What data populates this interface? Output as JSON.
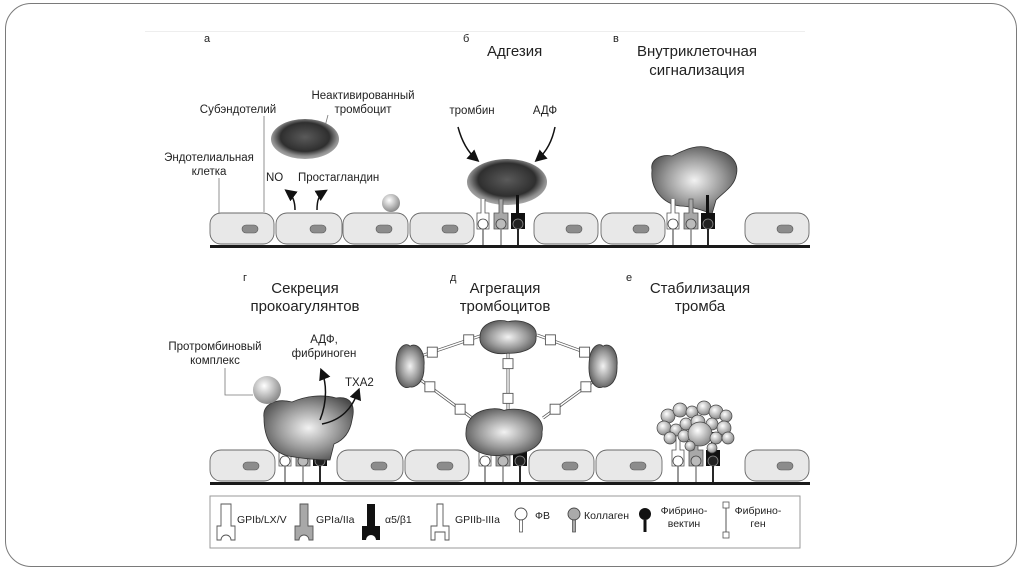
{
  "panels": [
    {
      "letter": "а",
      "title_lines": [],
      "labels": {
        "subendothelium": "Субэндотелий",
        "platelet_l1": "Неактивированный",
        "platelet_l2": "тромбоцит",
        "endo_l1": "Эндотелиальная",
        "endo_l2": "клетка",
        "no": "NO",
        "prostaglandin": "Простагландин"
      }
    },
    {
      "letter": "б",
      "title_lines": [
        "Адгезия"
      ],
      "labels": {
        "thrombin": "тромбин",
        "adp": "АДФ"
      }
    },
    {
      "letter": "в",
      "title_lines": [
        "Внутриклеточная",
        "сигнализация"
      ],
      "labels": {}
    },
    {
      "letter": "г",
      "title_lines": [
        "Секреция",
        "прокоагулянтов"
      ],
      "labels": {
        "prothrombin_l1": "Протромбиновый",
        "prothrombin_l2": "комплекс",
        "adp_l1": "АДФ,",
        "adp_l2": "фибриноген",
        "txa2": "TXA2"
      }
    },
    {
      "letter": "д",
      "title_lines": [
        "Агрегация",
        "тромбоцитов"
      ],
      "labels": {}
    },
    {
      "letter": "е",
      "title_lines": [
        "Стабилизация",
        "тромба"
      ],
      "labels": {}
    }
  ],
  "legend": [
    {
      "icon": "gpib-receptor-icon",
      "label": "GPIb/LX/V"
    },
    {
      "icon": "gpia-receptor-icon",
      "label": "GPIa/IIa"
    },
    {
      "icon": "a5b1-receptor-icon",
      "label": "α5/β1"
    },
    {
      "icon": "gpiib-receptor-icon",
      "label": "GPIIb-IIIa"
    },
    {
      "icon": "vwf-ligand-icon",
      "label": "ФВ"
    },
    {
      "icon": "collagen-ligand-icon",
      "label": "Коллаген"
    },
    {
      "icon": "fibronectin-ligand-icon",
      "label_lines": [
        "Фибрино-",
        "вектин"
      ]
    },
    {
      "icon": "fibrinogen-ligand-icon",
      "label_lines": [
        "Фибрино-",
        "ген"
      ]
    }
  ],
  "colors": {
    "cell_fill": "#e8e8e8",
    "cell_stroke": "#6a6a6a",
    "nucleus": "#8c8c8c",
    "membrane": "#1a1a1a",
    "platelet_dark": "#3a3a3a",
    "platelet_light": "#cfcfcf",
    "receptor_gray": "#a8a8a8",
    "receptor_black": "#111111"
  }
}
